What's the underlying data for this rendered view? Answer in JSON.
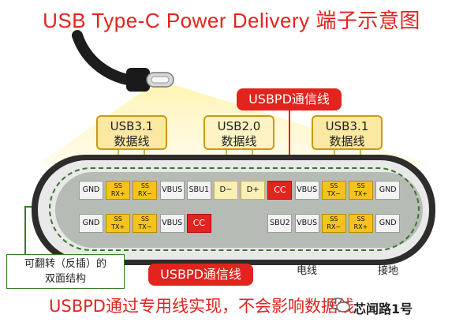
{
  "title": "USB Type-C Power Delivery 端子示意图",
  "callouts": {
    "usb31_left": [
      "USB3.1",
      "数据线"
    ],
    "usb20": [
      "USB2.0",
      "数据线"
    ],
    "usb31_right": [
      "USB3.1",
      "数据线"
    ],
    "usbpd_top": "USBPD通信线",
    "usbpd_bottom": "USBPD通信线"
  },
  "top_row": [
    {
      "line1": "GND",
      "line2": "",
      "kind": "normal"
    },
    {
      "line1": "SS",
      "line2": "RX+",
      "kind": "ss"
    },
    {
      "line1": "SS",
      "line2": "RX−",
      "kind": "ss"
    },
    {
      "line1": "VBUS",
      "line2": "",
      "kind": "normal"
    },
    {
      "line1": "SBU1",
      "line2": "",
      "kind": "normal"
    },
    {
      "line1": "D−",
      "line2": "",
      "kind": "usb2"
    },
    {
      "line1": "D+",
      "line2": "",
      "kind": "usb2"
    },
    {
      "line1": "CC",
      "line2": "",
      "kind": "cc"
    },
    {
      "line1": "VBUS",
      "line2": "",
      "kind": "normal"
    },
    {
      "line1": "SS",
      "line2": "TX−",
      "kind": "ss"
    },
    {
      "line1": "SS",
      "line2": "TX+",
      "kind": "ss"
    },
    {
      "line1": "GND",
      "line2": "",
      "kind": "normal"
    }
  ],
  "bottom_row": [
    {
      "line1": "GND",
      "line2": "",
      "kind": "normal"
    },
    {
      "line1": "SS",
      "line2": "TX+",
      "kind": "ss"
    },
    {
      "line1": "SS",
      "line2": "TX−",
      "kind": "ss"
    },
    {
      "line1": "VBUS",
      "line2": "",
      "kind": "normal"
    },
    {
      "line1": "CC",
      "line2": "",
      "kind": "cc"
    },
    {
      "line1": "",
      "line2": "",
      "kind": "empty"
    },
    {
      "line1": "",
      "line2": "",
      "kind": "empty"
    },
    {
      "line1": "SBU2",
      "line2": "",
      "kind": "normal"
    },
    {
      "line1": "VBUS",
      "line2": "",
      "kind": "normal"
    },
    {
      "line1": "SS",
      "line2": "RX−",
      "kind": "ss"
    },
    {
      "line1": "SS",
      "line2": "RX+",
      "kind": "ss"
    },
    {
      "line1": "GND",
      "line2": "",
      "kind": "normal"
    }
  ],
  "labels": {
    "reversible": [
      "可翻转（反插）的",
      "双面结构"
    ],
    "power_line": "电线",
    "ground": "接地"
  },
  "caption": "USBPD通过专用线实现，不会影响数据线",
  "watermark": "芯闻路1号",
  "colors": {
    "red": "#e3231e",
    "ss_yellow": "#f4c31f",
    "usb2_yellow": "#faf0b6",
    "callout_fill": "#fbe8a3",
    "green": "#3a7a2a"
  }
}
